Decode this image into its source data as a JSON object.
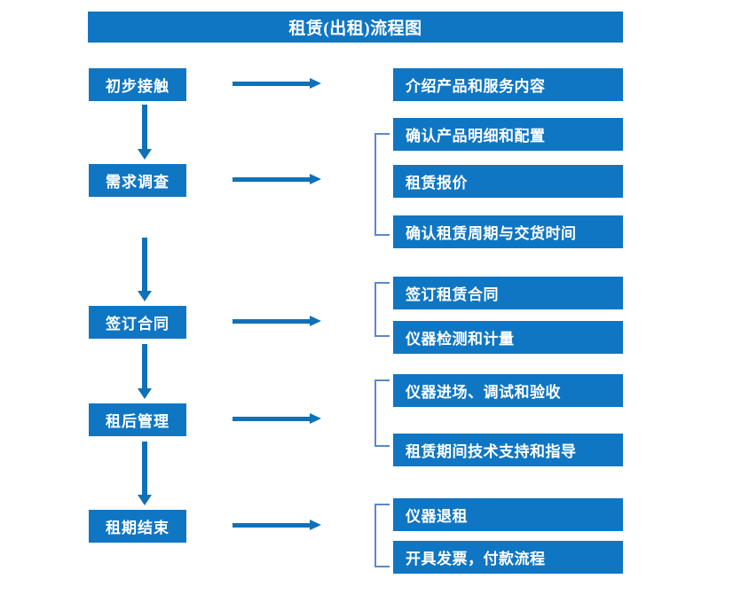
{
  "title": {
    "text": "租赁(出租)流程图"
  },
  "colors": {
    "box_blue": "#0f76c3",
    "arrow_blue": "#1171b8",
    "bracket_blue": "#5b88c8",
    "text_white": "#ffffff",
    "background": "#ffffff"
  },
  "stages": [
    {
      "label": "初步接触"
    },
    {
      "label": "需求调查"
    },
    {
      "label": "签订合同"
    },
    {
      "label": "租后管理"
    },
    {
      "label": "租期结束"
    }
  ],
  "details": [
    {
      "label": "介绍产品和服务内容"
    },
    {
      "label": "确认产品明细和配置"
    },
    {
      "label": "租赁报价"
    },
    {
      "label": "确认租赁周期与交货时间"
    },
    {
      "label": "签订租赁合同"
    },
    {
      "label": "仪器检测和计量"
    },
    {
      "label": "仪器进场、调试和验收"
    },
    {
      "label": "租赁期间技术支持和指导"
    },
    {
      "label": "仪器退租"
    },
    {
      "label": "开具发票，付款流程"
    }
  ],
  "groups": [
    {
      "stage": "需求调查",
      "members": [
        "确认产品明细和配置",
        "租赁报价",
        "确认租赁周期与交货时间"
      ]
    },
    {
      "stage": "签订合同",
      "members": [
        "签订租赁合同",
        "仪器检测和计量"
      ]
    },
    {
      "stage": "租后管理",
      "members": [
        "仪器进场、调试和验收",
        "租赁期间技术支持和指导"
      ]
    },
    {
      "stage": "租期结束",
      "members": [
        "仪器退租",
        "开具发票，付款流程"
      ]
    }
  ],
  "flow": [
    {
      "from": "初步接触",
      "to": "需求调查"
    },
    {
      "from": "需求调查",
      "to": "签订合同"
    },
    {
      "from": "签订合同",
      "to": "租后管理"
    },
    {
      "from": "租后管理",
      "to": "租期结束"
    }
  ]
}
